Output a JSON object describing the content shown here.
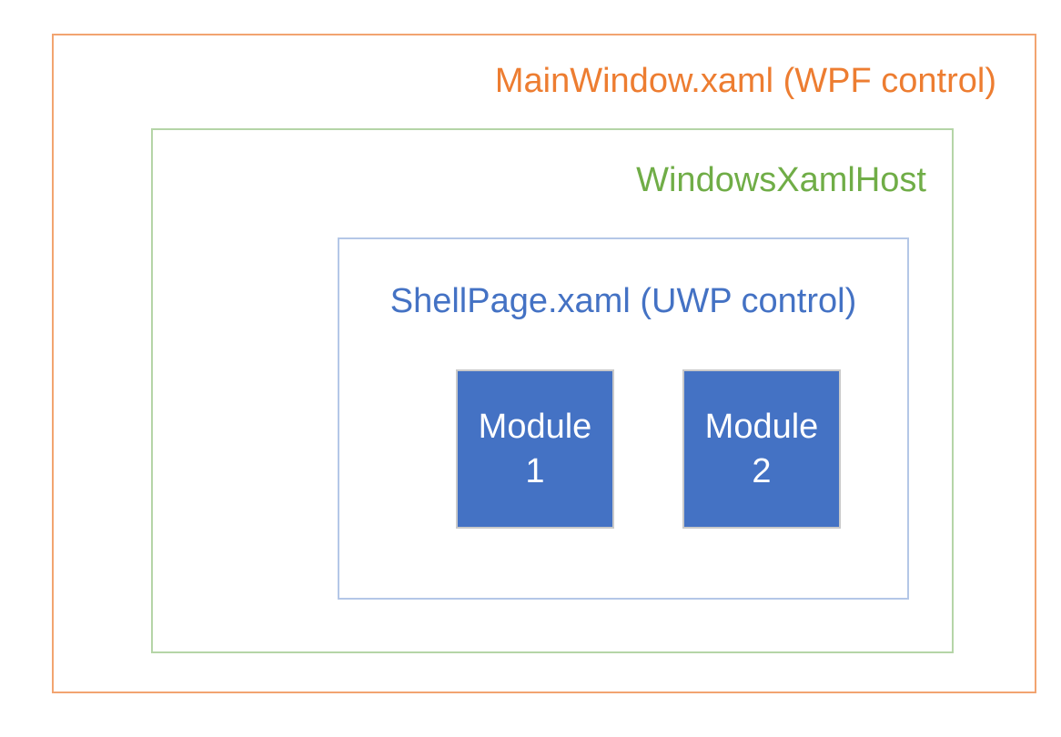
{
  "diagram": {
    "outer_box": {
      "label": "MainWindow.xaml (WPF control)",
      "text_color": "#ED7D31",
      "border_color": "#F2A470"
    },
    "host_box": {
      "label": "WindowsXamlHost",
      "text_color": "#70AD47",
      "border_color": "#B5D5A7"
    },
    "shell_box": {
      "label": "ShellPage.xaml (UWP control)",
      "text_color": "#4472C4",
      "border_color": "#B4C7E7"
    },
    "modules": [
      {
        "name": "Module",
        "number": "1"
      },
      {
        "name": "Module",
        "number": "2"
      }
    ],
    "module_style": {
      "fill_color": "#4472C4",
      "border_color": "#C9C9C9",
      "text_color": "#FFFFFF"
    }
  }
}
